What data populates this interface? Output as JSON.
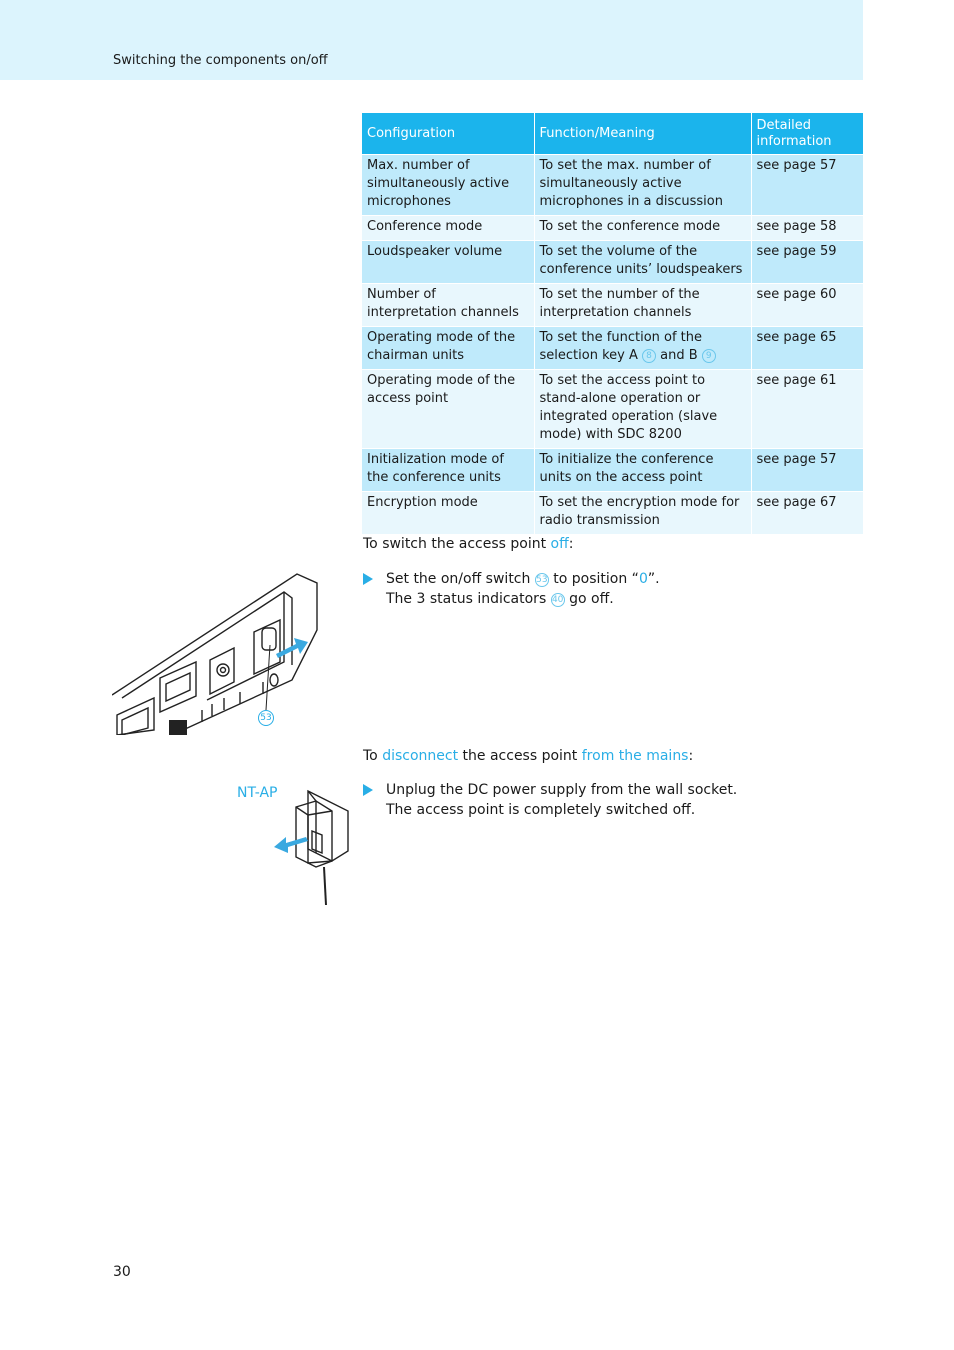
{
  "header": {
    "title": "Switching the components on/off"
  },
  "table": {
    "headers": [
      "Configuration",
      "Function/Meaning",
      "Detailed information"
    ],
    "rows": [
      {
        "config": "Max. number of simultaneously active microphones",
        "function": "To set the max. number of simultaneously active microphones in a discussion",
        "info": "see page 57"
      },
      {
        "config": "Conference mode",
        "function": "To set the conference mode",
        "info": "see page 58"
      },
      {
        "config": "Loudspeaker volume",
        "function": "To set the volume of the conference units’ loudspeakers",
        "info": "see page 59"
      },
      {
        "config": "Number of interpretation channels",
        "function": "To set the number of the interpretation channels",
        "info": "see page 60"
      },
      {
        "config": "Operating mode of the chairman units",
        "function_a": "To set the function of the selection key A",
        "ref_a": "8",
        "function_b": "and B",
        "ref_b": "9",
        "info": "see page 65"
      },
      {
        "config": "Operating mode of the access point",
        "function": "To set the access point to stand-alone operation or integrated operation (slave mode) with SDC 8200",
        "info": "see page 61"
      },
      {
        "config": "Initialization mode of the conference units",
        "function": "To initialize the conference units on the access point",
        "info": "see page 57"
      },
      {
        "config": "Encryption mode",
        "function": "To set the encryption mode for radio transmission",
        "info": "see page 67"
      }
    ]
  },
  "section_off": {
    "intro_pre": "To switch the access point ",
    "intro_hl": "off",
    "intro_post": ":",
    "step_pre": "Set the on/off switch ",
    "step_ref": "53",
    "step_mid": " to position “",
    "step_hl": "0",
    "step_post": "”.",
    "result_pre": "The 3 status indicators ",
    "result_ref": "40",
    "result_post": " go off.",
    "figure_callout": "53"
  },
  "section_mains": {
    "intro_pre": "To ",
    "intro_hl1": "disconnect",
    "intro_mid": " the access point ",
    "intro_hl2": "from the mains",
    "intro_post": ":",
    "figure_label": "NT-AP",
    "step": "Unplug the DC power supply from the wall socket.",
    "result": "The access point is completely switched off."
  },
  "footer": {
    "page_number": "30"
  },
  "colors": {
    "accent": "#1bb4ec",
    "header_band": "#dcf4fd",
    "row_dark": "#bfeafb",
    "row_light": "#e8f7fd"
  }
}
